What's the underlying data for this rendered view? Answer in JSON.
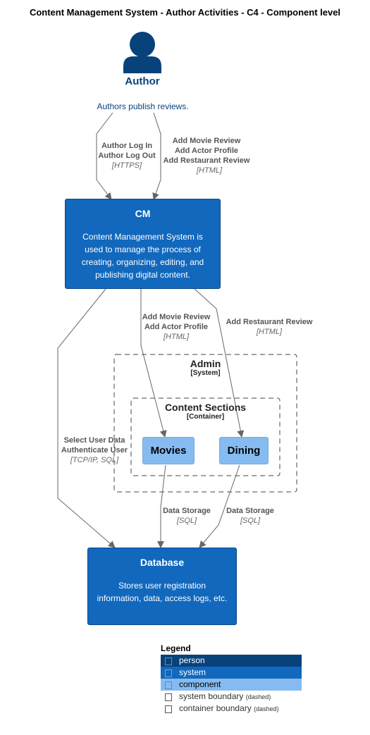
{
  "title": "Content Management System - Author Activities - C4 - Component level",
  "actor": {
    "name": "Author",
    "description": "Authors publish reviews.",
    "color": "#08427B"
  },
  "systems": {
    "cm": {
      "title": "CM",
      "description": "Content Management System is used to manage the process of creating, organizing, editing, and publishing digital content.",
      "color": "#1168BD"
    },
    "database": {
      "title": "Database",
      "description": "Stores user registration information, data, access logs, etc.",
      "color": "#1168BD"
    }
  },
  "boundaries": {
    "admin": {
      "title": "Admin",
      "type": "[System]"
    },
    "content": {
      "title": "Content Sections",
      "type": "[Container]"
    }
  },
  "components": {
    "movies": {
      "title": "Movies",
      "color": "#85BBF0"
    },
    "dining": {
      "title": "Dining",
      "color": "#85BBF0"
    }
  },
  "relations": {
    "login": {
      "label1": "Author Log In",
      "label2": "Author Log Out",
      "tech": "[HTTPS]"
    },
    "reviews": {
      "label1": "Add Movie Review",
      "label2": "Add Actor Profile",
      "label3": "Add Restaurant Review",
      "tech": "[HTML]"
    },
    "movies": {
      "label1": "Add Movie Review",
      "label2": "Add Actor Profile",
      "tech": "[HTML]"
    },
    "dining": {
      "label1": "Add Restaurant Review",
      "tech": "[HTML]"
    },
    "userdata": {
      "label1": "Select User Data",
      "label2": "Authenticate User",
      "tech": "[TCP/IP, SQL]"
    },
    "movies_db": {
      "label1": "Data Storage",
      "tech": "[SQL]"
    },
    "dining_db": {
      "label1": "Data Storage",
      "tech": "[SQL]"
    }
  },
  "legend": {
    "title": "Legend",
    "items": [
      {
        "label": "person",
        "color": "#08427B"
      },
      {
        "label": "system",
        "color": "#1168BD"
      },
      {
        "label": "component",
        "color": "#85BBF0"
      },
      {
        "label": "system boundary",
        "note": "(dashed)"
      },
      {
        "label": "container boundary",
        "note": "(dashed)"
      }
    ]
  }
}
